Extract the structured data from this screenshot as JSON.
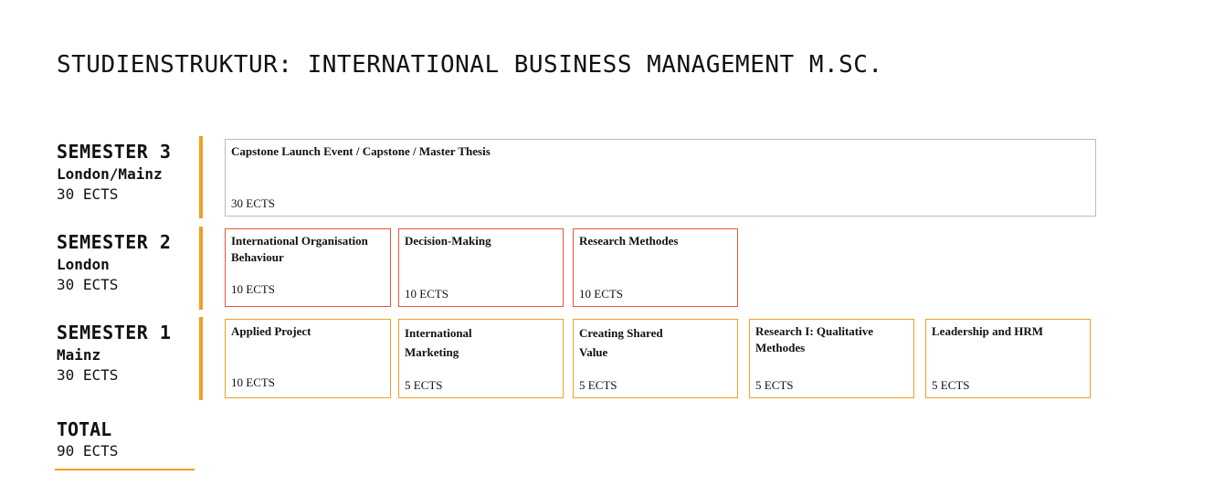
{
  "title": "STUDIENSTRUKTUR: INTERNATIONAL BUSINESS MANAGEMENT M.SC.",
  "colors": {
    "accent_orange": "#f0a020",
    "module_red": "#e8553c",
    "module_grey": "#b9b9c9"
  },
  "semesters": [
    {
      "name": "SEMESTER 3",
      "location": "London/Mainz",
      "ects": "30 ECTS",
      "modules": [
        {
          "title": "Capstone Launch Event / Capstone / Master Thesis",
          "ects": "30 ECTS"
        }
      ]
    },
    {
      "name": "SEMESTER 2",
      "location": "London",
      "ects": "30 ECTS",
      "modules": [
        {
          "title": "International Organisation Behaviour",
          "ects": "10 ECTS"
        },
        {
          "title": "Decision-Making",
          "ects": "10 ECTS"
        },
        {
          "title": "Research Methodes",
          "ects": "10 ECTS"
        }
      ]
    },
    {
      "name": "SEMESTER 1",
      "location": "Mainz",
      "ects": "30 ECTS",
      "modules": [
        {
          "title": "Applied Project",
          "ects": "10 ECTS"
        },
        {
          "title": "International Marketing",
          "ects": "5 ECTS"
        },
        {
          "title": "Creating Shared Value",
          "ects": "5 ECTS"
        },
        {
          "title": "Research I: Qualitative Methodes",
          "ects": "5 ECTS"
        },
        {
          "title": "Leadership and HRM",
          "ects": "5 ECTS"
        }
      ]
    }
  ],
  "total": {
    "label": "TOTAL",
    "ects": "90 ECTS"
  }
}
